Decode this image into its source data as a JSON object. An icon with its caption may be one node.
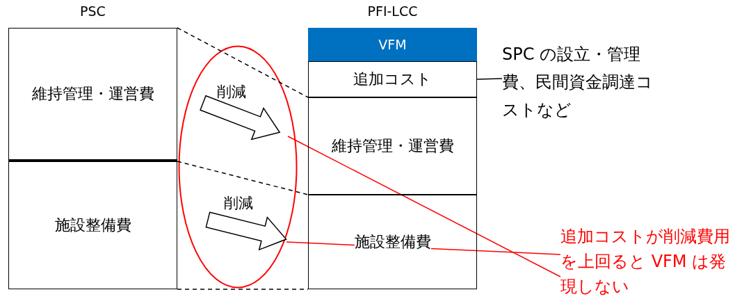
{
  "diagram": {
    "nodes": [
      {
        "text": [
          "PSC"
        ]
      },
      {
        "text": [
          "維持管理・運営費"
        ],
        "in": 0
      },
      {
        "text": [
          "施設整備費"
        ],
        "in": 0
      },
      {
        "text": [
          "PFI-LCC"
        ]
      },
      {
        "text": [
          "VFM"
        ],
        "in": 3
      },
      {
        "text": [
          "追加コスト"
        ],
        "in": 3
      },
      {
        "text": [
          "維持管理・運営費"
        ],
        "in": 3
      },
      {
        "text": [
          "施設整備費"
        ],
        "in": 3
      },
      {
        "text": [
          "SPC の設立・管理費、民間資金調達コストなど"
        ]
      },
      {
        "text": [
          "追加コストが削減費用を上回ると VFM は発現しない"
        ]
      }
    ],
    "edges": [
      {
        "from": 1,
        "to": 6,
        "arrow": "none",
        "style": "dashed"
      },
      {
        "from": 2,
        "to": 7,
        "arrow": "none",
        "style": "dashed"
      },
      {
        "from": 2,
        "to": 7,
        "arrow": "none",
        "style": "dashed"
      },
      {
        "from": 8,
        "to": 5,
        "arrow": "none"
      },
      {
        "from": 9,
        "to": null,
        "arrow": "none",
        "color": "#ff0000"
      },
      {
        "from": 9,
        "to": null,
        "arrow": "none",
        "color": "#ff0000"
      }
    ],
    "labels": [
      "削減",
      "削減"
    ]
  }
}
